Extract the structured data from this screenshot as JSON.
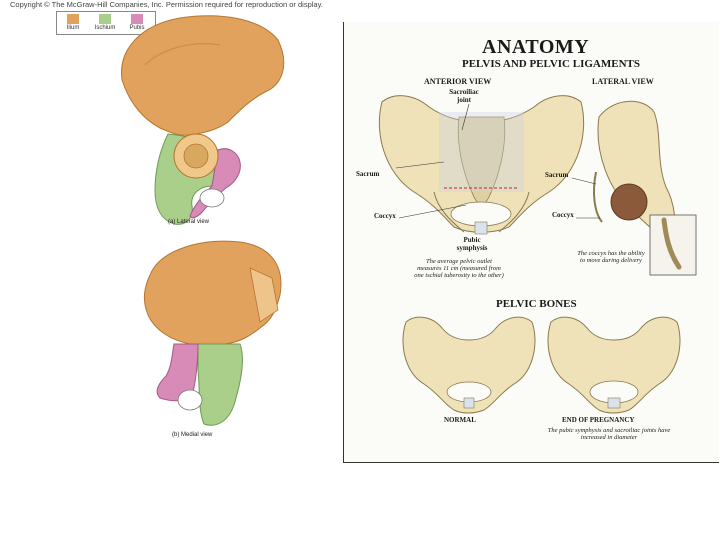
{
  "copyright": "Copyright © The McGraw-Hill Companies, Inc. Permission required for reproduction or display.",
  "legend": {
    "items": [
      {
        "label": "Ilium",
        "color": "#e0a25c"
      },
      {
        "label": "Ischium",
        "color": "#a9cf8a"
      },
      {
        "label": "Pubis",
        "color": "#d88bb6"
      }
    ]
  },
  "left_figure": {
    "caption_a": "(a) Lateral view",
    "caption_b": "(b) Medial view"
  },
  "poster": {
    "title": "ANATOMY",
    "subtitle": "PELVIS AND PELVIC LIGAMENTS",
    "anterior_view": "ANTERIOR VIEW",
    "lateral_view": "LATERAL VIEW",
    "labels": {
      "sacroiliac": "Sacroiliac joint",
      "sacrum_left": "Sacrum",
      "coccyx_left": "Coccyx",
      "pubic_symphysis": "Pubic symphysis",
      "sacrum_right": "Sacrum",
      "coccyx_right": "Coccyx"
    },
    "notes": {
      "outlet": "The average pelvic outlet measures 11 cm (measured from one ischial tuberosity to the other)",
      "coccyx": "The coccyx has the ability to move during delivery",
      "pregnancy": "The pubic symphysis and sacroiliac joints have increased in diameter"
    },
    "section_title": "PELVIC BONES",
    "normal": "NORMAL",
    "end_pregnancy": "END OF PREGNANCY"
  }
}
